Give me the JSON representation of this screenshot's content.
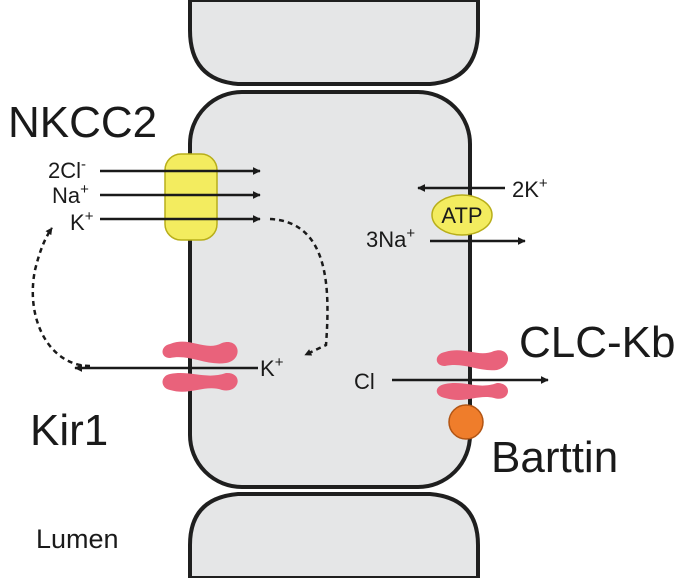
{
  "labels": {
    "nkcc2": "NKCC2",
    "kir1": "Kir1",
    "clc_kb": "CLC-Kb",
    "barttin": "Barttin",
    "lumen": "Lumen",
    "atp": "ATP"
  },
  "ions": {
    "cl2": {
      "base": "2Cl",
      "sup": "-"
    },
    "na": {
      "base": "Na",
      "sup": "+"
    },
    "k_nkcc": {
      "base": "K",
      "sup": "+"
    },
    "k_kir": {
      "base": "K",
      "sup": "+"
    },
    "k2": {
      "base": "2K",
      "sup": "+"
    },
    "na3": {
      "base": "3Na",
      "sup": "+"
    },
    "cl": "Cl"
  },
  "colors": {
    "cell_fill": "#e5e6e7",
    "cell_stroke": "#1f1f1f",
    "transporter_yellow": "#f3ec5f",
    "channel_pink": "#e9627b",
    "barttin_orange": "#ef7d2b"
  }
}
